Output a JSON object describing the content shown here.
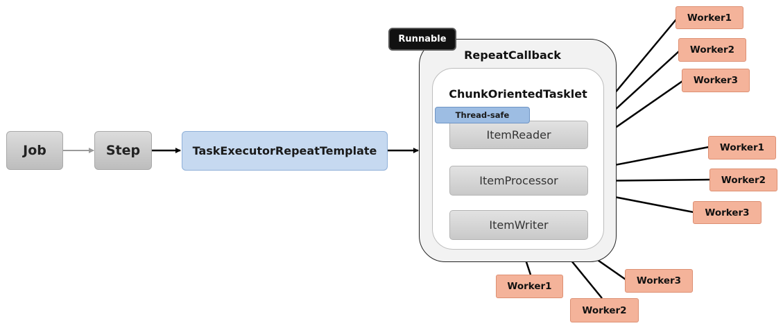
{
  "nodes": {
    "job": "Job",
    "step": "Step",
    "task_executor": "TaskExecutorRepeatTemplate",
    "runnable": "Runnable",
    "repeat_callback": "RepeatCallback",
    "chunk_tasklet": "ChunkOrientedTasklet",
    "thread_safe": "Thread-safe",
    "item_reader": "ItemReader",
    "item_processor": "ItemProcessor",
    "item_writer": "ItemWriter"
  },
  "workers": {
    "reader": [
      "Worker1",
      "Worker2",
      "Worker3"
    ],
    "processor": [
      "Worker1",
      "Worker2",
      "Worker3"
    ],
    "writer": [
      "Worker1",
      "Worker2",
      "Worker3"
    ]
  },
  "colors": {
    "gray_box": "#c8c8c8",
    "blue_box": "#c6d9f0",
    "worker_box": "#f4b39a",
    "thread_safe": "#9dbde3",
    "runnable": "#111111"
  }
}
